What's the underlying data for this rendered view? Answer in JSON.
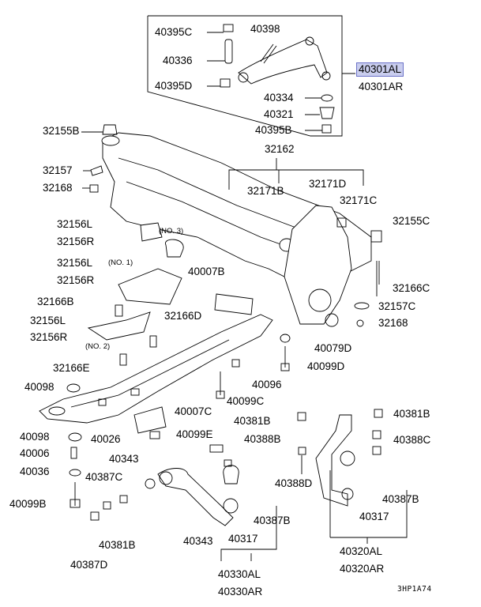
{
  "highlight_color": "#c9cdee",
  "labels": {
    "p40395C": "40395C",
    "p40398": "40398",
    "p40336": "40336",
    "p40395D": "40395D",
    "p40334": "40334",
    "p40321": "40321",
    "p40395B": "40395B",
    "p40301AL": "40301AL",
    "p40301AR": "40301AR",
    "p32155B": "32155B",
    "p32162": "32162",
    "p32157_l": "32157",
    "p32168_l": "32168",
    "p32171B": "32171B",
    "p32171D": "32171D",
    "p32171C": "32171C",
    "p32155C": "32155C",
    "p32156L_a": "32156L",
    "p32156R_a": "32156R",
    "p32156L_b": "32156L",
    "p32156R_b": "32156R",
    "p32166B": "32166B",
    "p32156L_c": "32156L",
    "p32156R_c": "32156R",
    "p32166E": "32166E",
    "p40007B": "40007B",
    "p32166D": "32166D",
    "p32166C": "32166C",
    "p32157C": "32157C",
    "p32168_r": "32168",
    "p40079D": "40079D",
    "p40099D": "40099D",
    "p40098_a": "40098",
    "p40096": "40096",
    "p40099C": "40099C",
    "p40007C": "40007C",
    "p40381B_c": "40381B",
    "p40381B_r": "40381B",
    "p40098_b": "40098",
    "p40026": "40026",
    "p40099E": "40099E",
    "p40388B_c": "40388B",
    "p40388C": "40388C",
    "p40006": "40006",
    "p40343_a": "40343",
    "p40036": "40036",
    "p40387C": "40387C",
    "p40388D": "40388D",
    "p40387B_r": "40387B",
    "p40099B": "40099B",
    "p40387B_c": "40387B",
    "p40317_r": "40317",
    "p40381B_l": "40381B",
    "p40343_b": "40343",
    "p40317_c": "40317",
    "p40387D": "40387D",
    "p40320AL": "40320AL",
    "p40320AR": "40320AR",
    "p40330AL": "40330AL",
    "p40330AR": "40330AR"
  },
  "notes": {
    "no3": "(NO. 3)",
    "no1": "(NO. 1)",
    "no2": "(NO. 2)"
  },
  "diagram_code": "3HP1A74"
}
